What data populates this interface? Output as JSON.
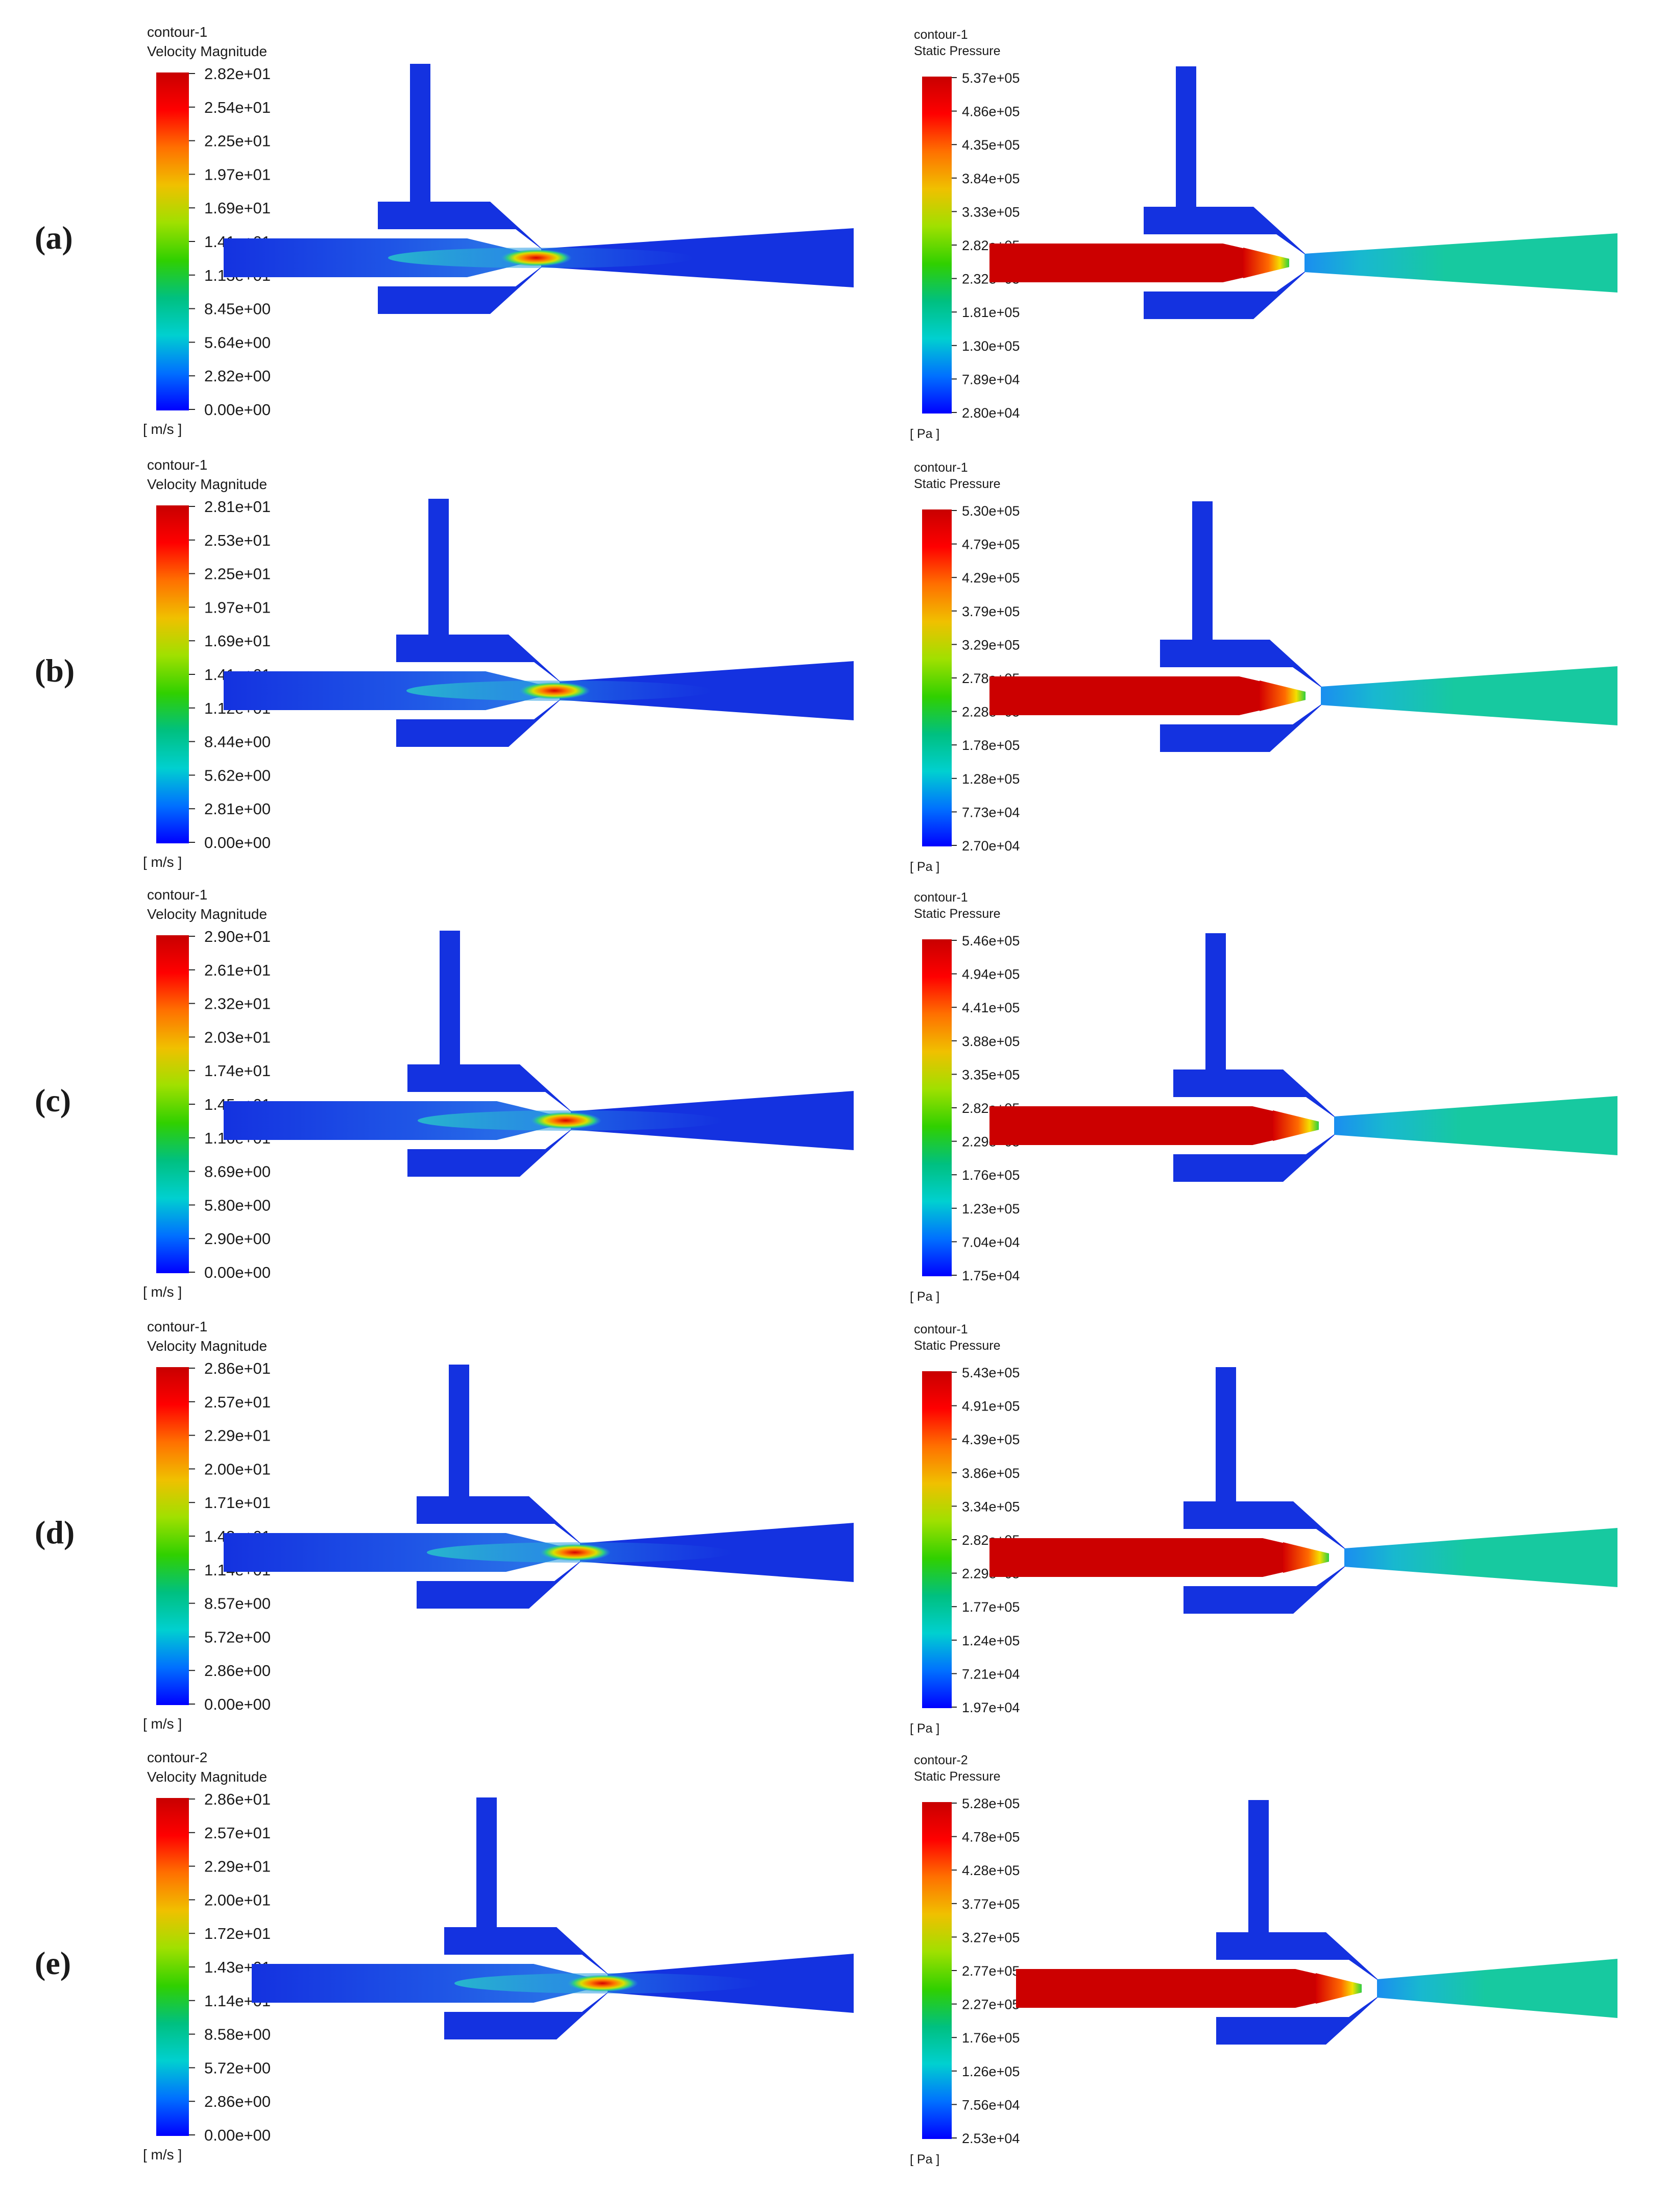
{
  "colors": {
    "jet_stops": [
      "#0000ff",
      "#0070ff",
      "#00d0d0",
      "#00c080",
      "#30d000",
      "#a0e000",
      "#f0c000",
      "#ff7000",
      "#ff0000",
      "#c80000"
    ],
    "domain_blue": "#1432e0",
    "outlet_teal": "#17c9a0",
    "inlet_red": "#cc0000"
  },
  "rows": [
    {
      "label": "(a)",
      "velocity": {
        "contour_name": "contour-1",
        "variable": "Velocity Magnitude",
        "unit": "[ m/s ]",
        "ticks": [
          "2.82e+01",
          "2.54e+01",
          "2.25e+01",
          "1.97e+01",
          "1.69e+01",
          "1.41e+01",
          "1.13e+01",
          "8.45e+00",
          "5.64e+00",
          "2.82e+00",
          "0.00e+00"
        ]
      },
      "pressure": {
        "contour_name": "contour-1",
        "variable": "Static Pressure",
        "unit": "[ Pa ]",
        "ticks": [
          "5.37e+05",
          "4.86e+05",
          "4.35e+05",
          "3.84e+05",
          "3.33e+05",
          "2.82e+05",
          "2.32e+05",
          "1.81e+05",
          "1.30e+05",
          "7.89e+04",
          "2.80e+04"
        ]
      }
    },
    {
      "label": "(b)",
      "velocity": {
        "contour_name": "contour-1",
        "variable": "Velocity Magnitude",
        "unit": "[ m/s ]",
        "ticks": [
          "2.81e+01",
          "2.53e+01",
          "2.25e+01",
          "1.97e+01",
          "1.69e+01",
          "1.41e+01",
          "1.12e+01",
          "8.44e+00",
          "5.62e+00",
          "2.81e+00",
          "0.00e+00"
        ]
      },
      "pressure": {
        "contour_name": "contour-1",
        "variable": "Static Pressure",
        "unit": "[ Pa ]",
        "ticks": [
          "5.30e+05",
          "4.79e+05",
          "4.29e+05",
          "3.79e+05",
          "3.29e+05",
          "2.78e+05",
          "2.28e+05",
          "1.78e+05",
          "1.28e+05",
          "7.73e+04",
          "2.70e+04"
        ]
      }
    },
    {
      "label": "(c)",
      "velocity": {
        "contour_name": "contour-1",
        "variable": "Velocity Magnitude",
        "unit": "[ m/s ]",
        "ticks": [
          "2.90e+01",
          "2.61e+01",
          "2.32e+01",
          "2.03e+01",
          "1.74e+01",
          "1.45e+01",
          "1.16e+01",
          "8.69e+00",
          "5.80e+00",
          "2.90e+00",
          "0.00e+00"
        ]
      },
      "pressure": {
        "contour_name": "contour-1",
        "variable": "Static Pressure",
        "unit": "[ Pa ]",
        "ticks": [
          "5.46e+05",
          "4.94e+05",
          "4.41e+05",
          "3.88e+05",
          "3.35e+05",
          "2.82e+05",
          "2.29e+05",
          "1.76e+05",
          "1.23e+05",
          "7.04e+04",
          "1.75e+04"
        ]
      }
    },
    {
      "label": "(d)",
      "velocity": {
        "contour_name": "contour-1",
        "variable": "Velocity Magnitude",
        "unit": "[ m/s ]",
        "ticks": [
          "2.86e+01",
          "2.57e+01",
          "2.29e+01",
          "2.00e+01",
          "1.71e+01",
          "1.43e+01",
          "1.14e+01",
          "8.57e+00",
          "5.72e+00",
          "2.86e+00",
          "0.00e+00"
        ]
      },
      "pressure": {
        "contour_name": "contour-1",
        "variable": "Static Pressure",
        "unit": "[ Pa ]",
        "ticks": [
          "5.43e+05",
          "4.91e+05",
          "4.39e+05",
          "3.86e+05",
          "3.34e+05",
          "2.82e+05",
          "2.29e+05",
          "1.77e+05",
          "1.24e+05",
          "7.21e+04",
          "1.97e+04"
        ]
      }
    },
    {
      "label": "(e)",
      "velocity": {
        "contour_name": "contour-2",
        "variable": "Velocity Magnitude",
        "unit": "[ m/s ]",
        "ticks": [
          "2.86e+01",
          "2.57e+01",
          "2.29e+01",
          "2.00e+01",
          "1.72e+01",
          "1.43e+01",
          "1.14e+01",
          "8.58e+00",
          "5.72e+00",
          "2.86e+00",
          "0.00e+00"
        ]
      },
      "pressure": {
        "contour_name": "contour-2",
        "variable": "Static Pressure",
        "unit": "[ Pa ]",
        "ticks": [
          "5.28e+05",
          "4.78e+05",
          "4.28e+05",
          "3.77e+05",
          "3.27e+05",
          "2.77e+05",
          "2.27e+05",
          "1.76e+05",
          "1.26e+05",
          "7.56e+04",
          "2.53e+04"
        ]
      }
    }
  ]
}
